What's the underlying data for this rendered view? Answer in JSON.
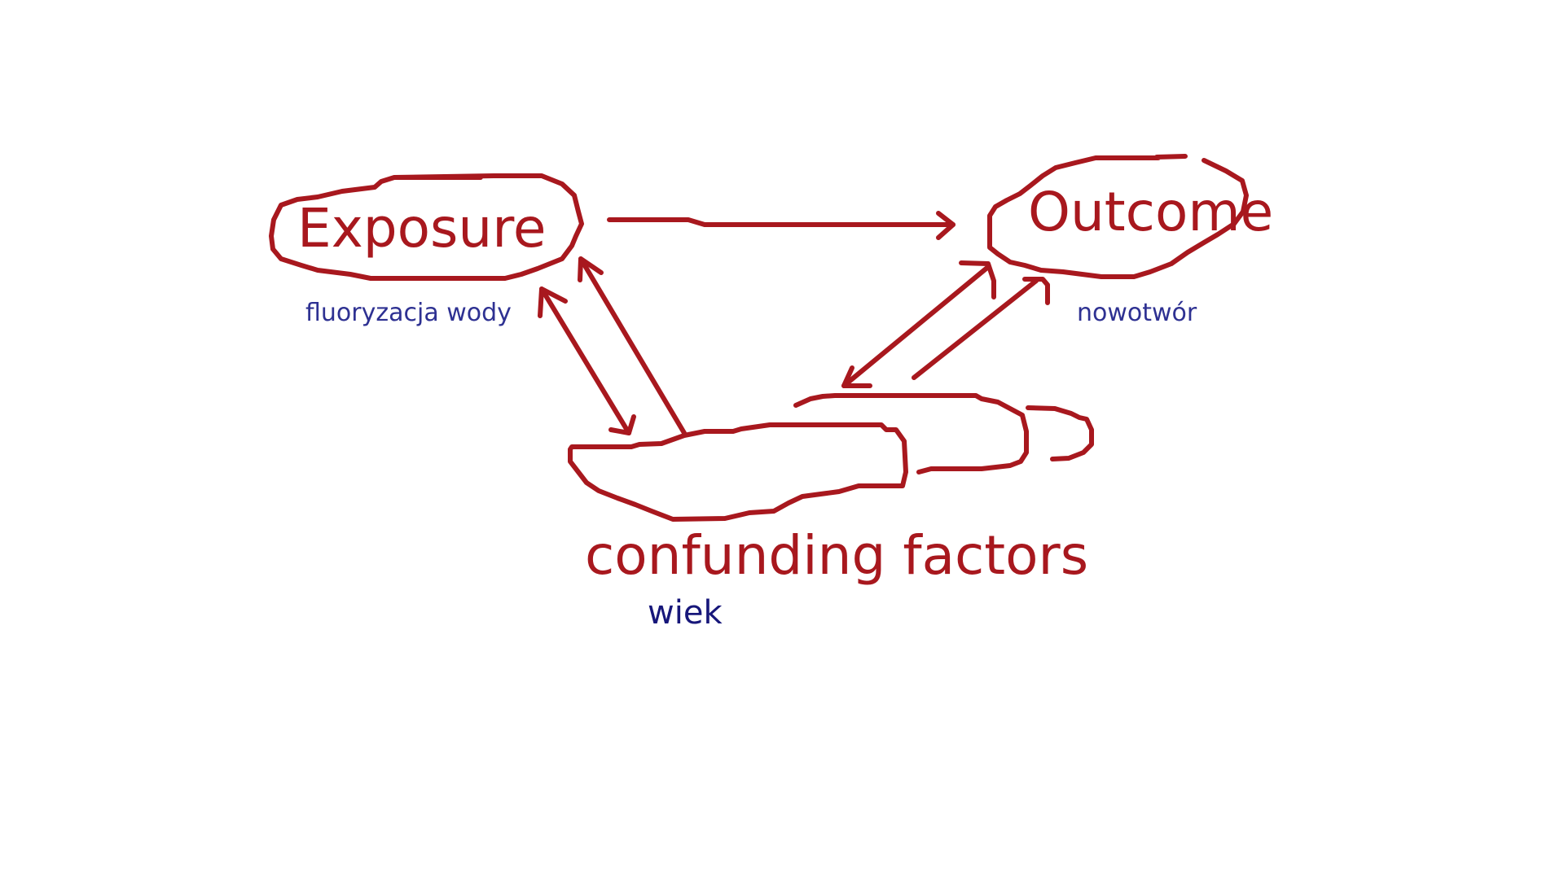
{
  "colors": {
    "sketch": "#a8181e",
    "main_text": "#a8181e",
    "sub_text": "#2e3192",
    "sub_text_dark": "#17177a"
  },
  "nodes": {
    "exposure": {
      "label": "Exposure",
      "example": "fluoryzacja wody"
    },
    "outcome": {
      "label": "Outcome",
      "example": "nowotwór"
    },
    "confounding": {
      "label": "confunding factors",
      "example": "wiek"
    }
  }
}
